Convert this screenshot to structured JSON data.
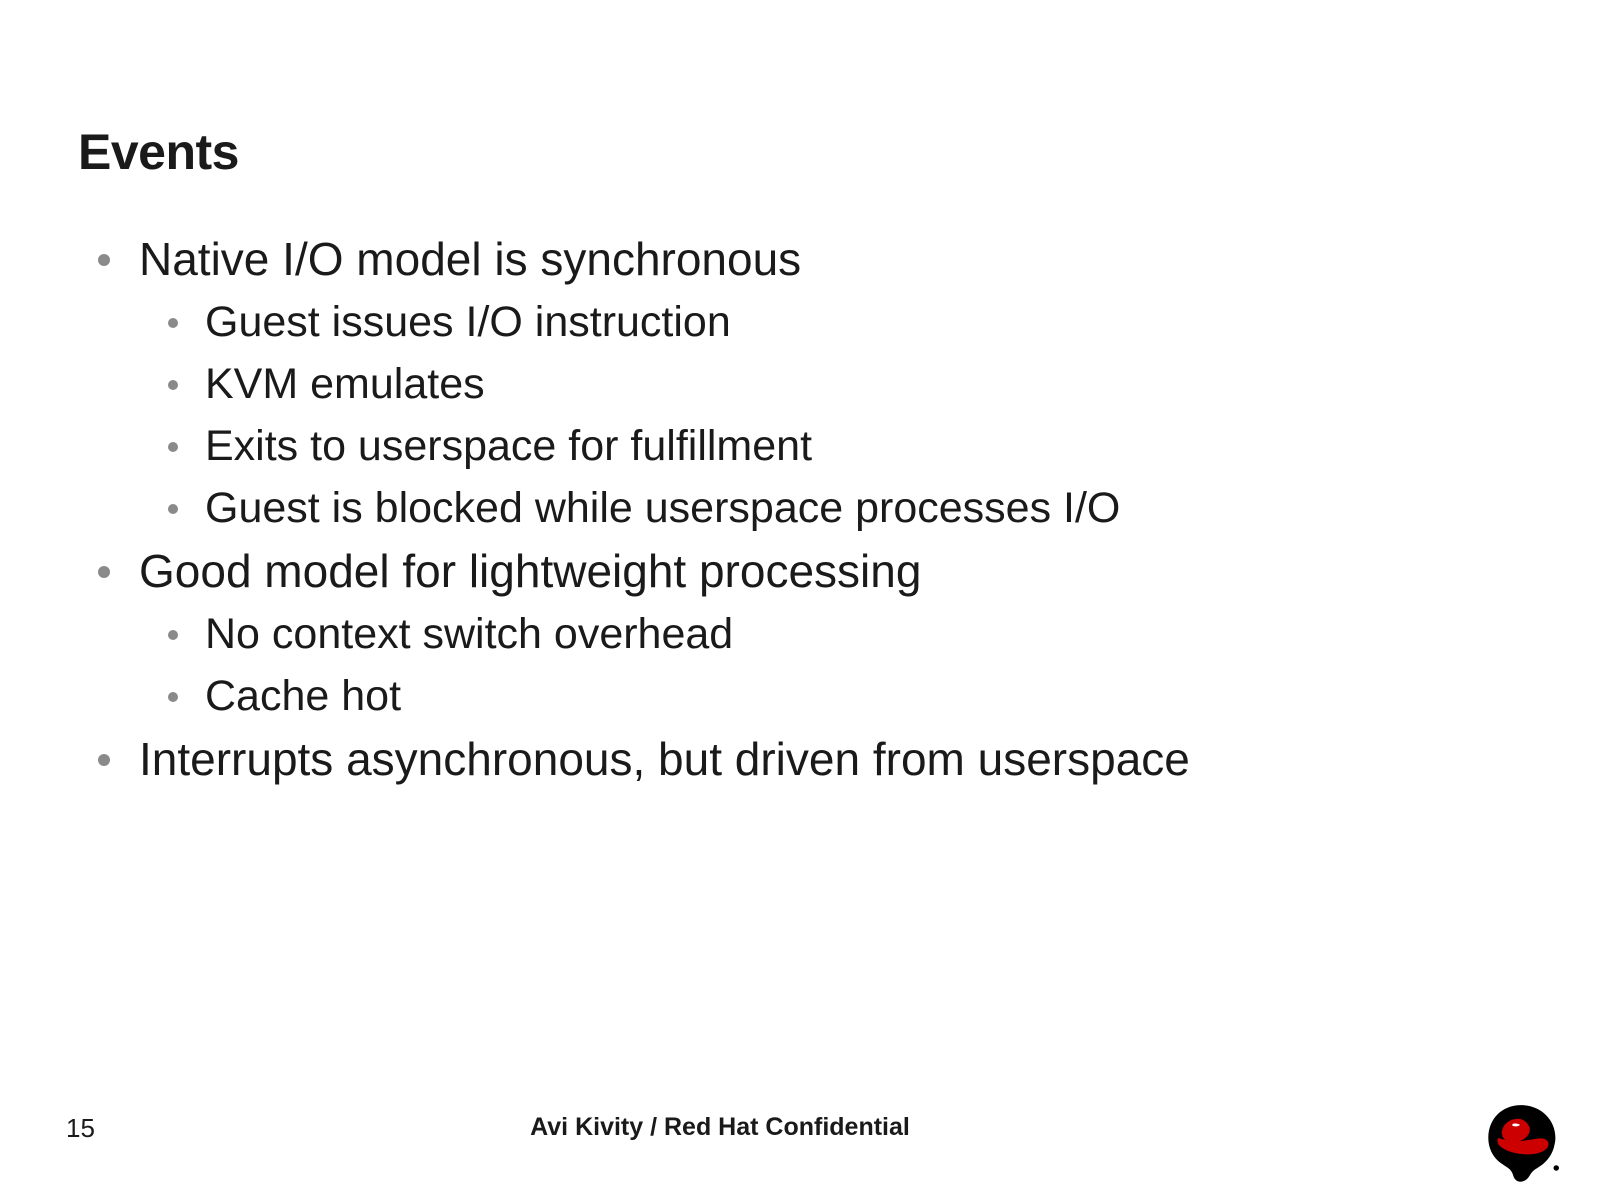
{
  "slide": {
    "title": "Events",
    "background_color": "#ffffff",
    "text_color": "#1a1a1a",
    "bullet_color": "#8a8a8a"
  },
  "content": {
    "bullets": [
      {
        "level": 1,
        "text": "Native I/O model is synchronous"
      },
      {
        "level": 2,
        "text": "Guest issues I/O instruction"
      },
      {
        "level": 2,
        "text": "KVM emulates"
      },
      {
        "level": 2,
        "text": "Exits to userspace for fulfillment"
      },
      {
        "level": 2,
        "text": "Guest is blocked while userspace processes I/O"
      },
      {
        "level": 1,
        "text": "Good model for lightweight processing"
      },
      {
        "level": 2,
        "text": "No context switch overhead"
      },
      {
        "level": 2,
        "text": "Cache hot"
      },
      {
        "level": 1,
        "text": "Interrupts asynchronous, but driven from userspace"
      }
    ]
  },
  "footer": {
    "page_number": "15",
    "center_text": "Avi Kivity / Red Hat Confidential",
    "logo": {
      "name": "red-hat-shadowman-logo",
      "hat_color": "#cc0000",
      "silhouette_color": "#000000"
    }
  }
}
